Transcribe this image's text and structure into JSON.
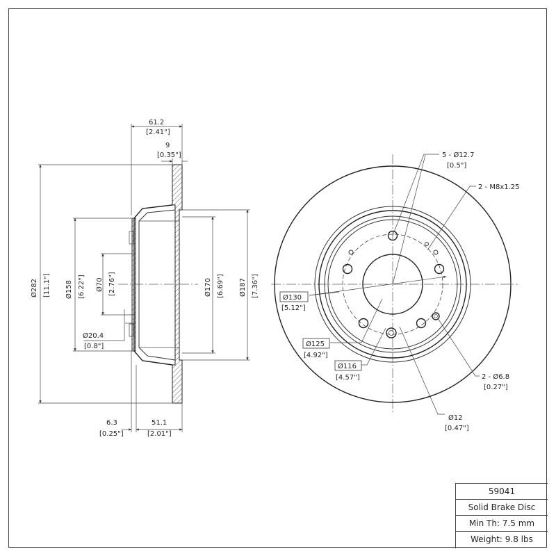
{
  "side_view": {
    "dim_width_mm": "61.2",
    "dim_width_in": "[2.41\"]",
    "dim_rotor_mm": "9",
    "dim_rotor_in": "[0.35\"]",
    "dim_d282_mm": "Ø282",
    "dim_d282_in": "[11.1\"]",
    "dim_d158_mm": "Ø158",
    "dim_d158_in": "[6.22\"]",
    "dim_d70_mm": "Ø70",
    "dim_d70_in": "[2.76\"]",
    "dim_d204_mm": "Ø20.4",
    "dim_d204_in": "[0.8\"]",
    "dim_d170_mm": "Ø170",
    "dim_d170_in": "[6.69\"]",
    "dim_d187_mm": "Ø187",
    "dim_d187_in": "[7.36\"]",
    "dim_63_mm": "6.3",
    "dim_63_in": "[0.25\"]",
    "dim_511_mm": "51.1",
    "dim_511_in": "[2.01\"]"
  },
  "front_view": {
    "holes_label_mm": "5 - Ø12.7",
    "holes_label_in": "[0.5\"]",
    "thread_label": "2 - M8x1.25",
    "pcd_mm": "Ø130",
    "pcd_in": "[5.12\"]",
    "d125_mm": "Ø125",
    "d125_in": "[4.92\"]",
    "d116_mm": "Ø116",
    "d116_in": "[4.57\"]",
    "small_holes_mm": "2 - Ø6.8",
    "small_holes_in": "[0.27\"]",
    "d12_mm": "Ø12",
    "d12_in": "[0.47\"]"
  },
  "title_block": {
    "part_number": "59041",
    "description": "Solid Brake Disc",
    "min_thickness": "Min Th: 7.5 mm",
    "weight": "Weight: 9.8 lbs"
  }
}
